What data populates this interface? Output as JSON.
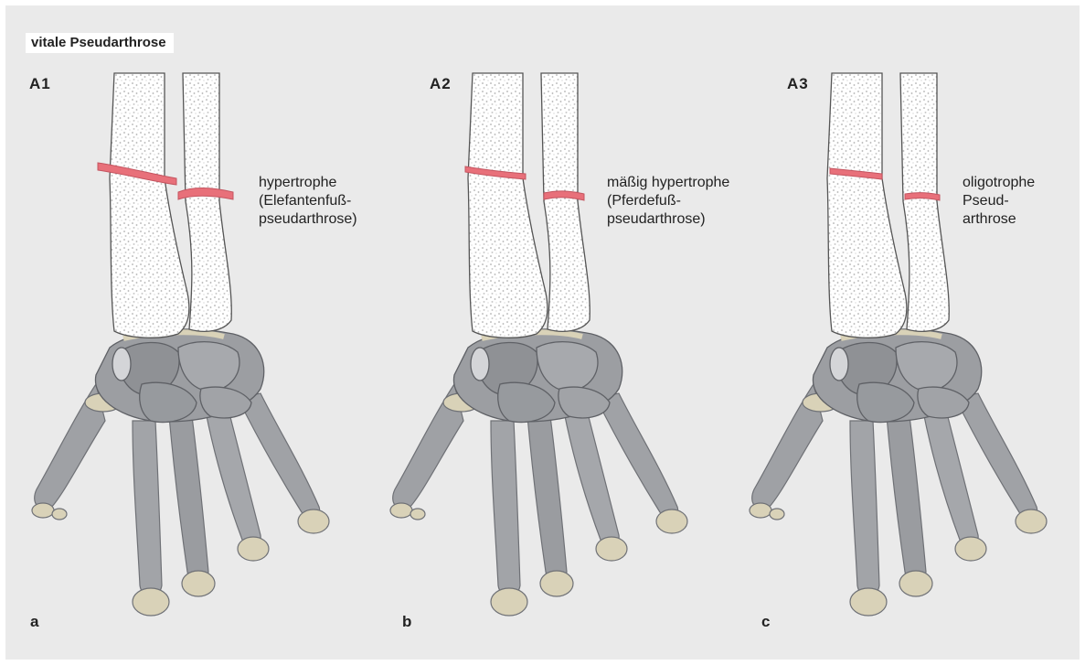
{
  "title": "vitale Pseudarthrose",
  "panels": [
    {
      "label": "A1",
      "sub": "a",
      "caption": [
        "hypertrophe",
        "(Elefantenfuß-",
        "pseudarthrose)"
      ]
    },
    {
      "label": "A2",
      "sub": "b",
      "caption": [
        "mäßig hypertrophe",
        "(Pferdefuß-",
        "pseudarthrose)"
      ]
    },
    {
      "label": "A3",
      "sub": "c",
      "caption": [
        "oligotrophe",
        "Pseud-",
        "arthrose"
      ]
    }
  ],
  "colors": {
    "background": "#eaeaea",
    "bone_cortex": "#ffffff",
    "bone_speckle": "#b8b8b8",
    "hand_bone": "#9d9fa3",
    "hand_bone_light": "#bfc0c3",
    "cartilage": "#d9d2b8",
    "fracture_gap": "#e8707a"
  }
}
